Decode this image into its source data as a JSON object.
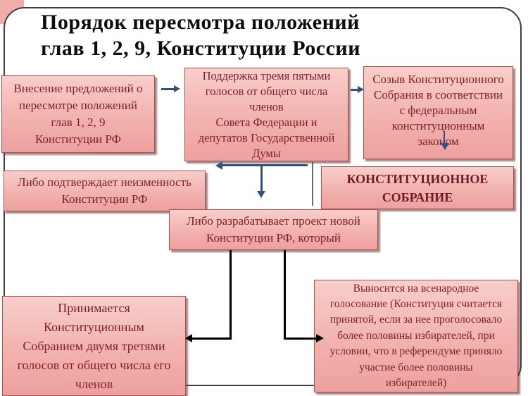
{
  "slide": {
    "title": "Порядок пересмотра положений\nглав 1, 2, 9, Конституции России",
    "colors": {
      "box_fill_top": "#f8cecb",
      "box_fill_bottom": "#eea19e",
      "box_border": "#a85250",
      "box_text": "#7c1f2a",
      "assembly_text": "#6d1a24",
      "arrow_blue": "#2e5380",
      "arrow_black": "#000000",
      "frame_border": "#3f3f3f",
      "corner_patch": "#f1acab"
    }
  },
  "boxes": {
    "propose": "Внесение предложений о\nпересмотре положений\nглав 1, 2, 9\nКонституции РФ",
    "support": "Поддержка тремя пятыми\nголосов от общего числа\nчленов\nСовета Федерации и\nдепутатов Государственной\nДумы",
    "convene": "Созыв Конституционного\nСобрания в соответствии\nс федеральным\nконституционным\nзаконом",
    "confirm": "Либо подтверждает неизменность\nКонституции РФ",
    "assembly": "КОНСТИТУЦИОННОЕ\nСОБРАНИЕ",
    "draft": "Либо разрабатывает проект новой\nКонституции РФ, который",
    "adopt": "Принимается\nКонституционным\nСобранием двумя третями\nголосов от общего числа его\nчленов",
    "referendum": "Выносится на всенародное\nголосование (Конституция считается\nпринятой, если за нее проголосовало\nболее половины избирателей,  при\nусловии, что в референдуме приняло\nучастие более половины\nизбирателей)"
  }
}
